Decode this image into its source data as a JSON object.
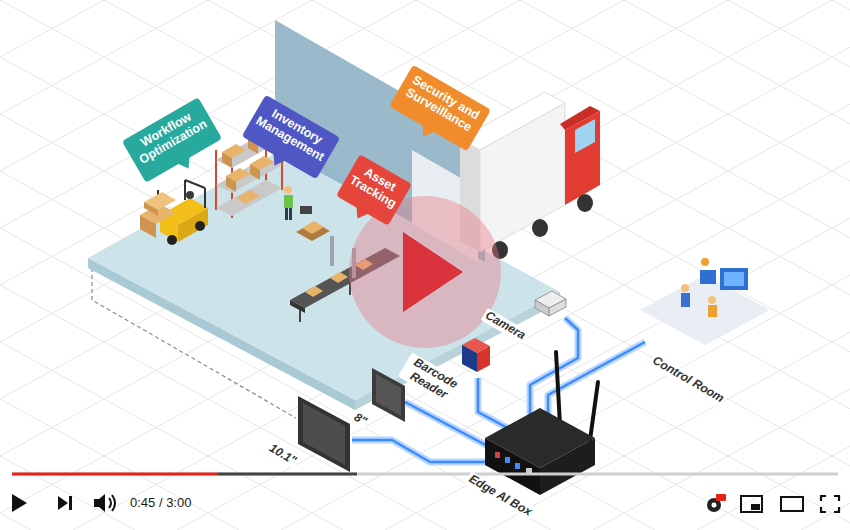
{
  "diagram": {
    "nodes": [
      {
        "text": [
          "Workflow Optimization"
        ]
      },
      {
        "text": [
          "Inventory Management"
        ]
      },
      {
        "text": [
          "Asset Tracking"
        ]
      },
      {
        "text": [
          "Security and Surveillance"
        ]
      }
    ],
    "labels": [
      "Camera",
      "Barcode Reader",
      "Control Room",
      "8\"",
      "10.1\"",
      "Edge AI Box",
      "0:45 / 3:00"
    ]
  }
}
